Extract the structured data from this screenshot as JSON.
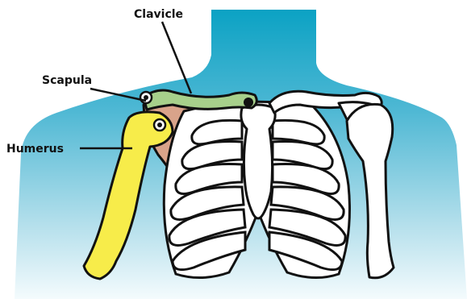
{
  "labels": {
    "clavicle": "Clavicle",
    "scapula": "Scapula",
    "humerus": "Humerus"
  },
  "colors": {
    "body_top": "#0ba2c4",
    "body_bottom": "#e9f6fa",
    "clavicle": "#a7d08b",
    "scapula": "#d9a38a",
    "humerus": "#f7ec4a",
    "bone": "#ffffff",
    "outline": "#111111"
  },
  "icons": [
    "joint-marker-icon"
  ]
}
